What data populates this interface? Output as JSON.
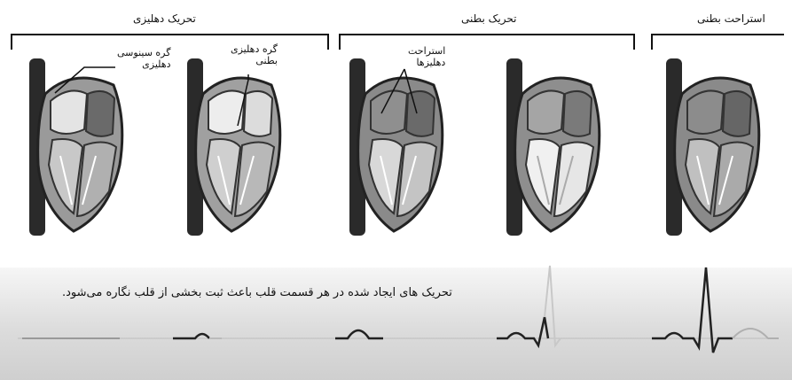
{
  "phases": {
    "atrial": "تحریک دهلیزی",
    "ventricular": "تحریک بطنی",
    "rest": "استراحت بطنی"
  },
  "callouts": {
    "sa_node": "گره سینوسی\nدهلیزی",
    "av_node": "گره دهلیزی\nبطنی",
    "atrial_rest": "استراحت\nدهلیزها"
  },
  "caption": "تحریک های ایجاد شده در هر قسمت قلب باعث ثبت بخشی از قلب نگاره می‌شود."
}
